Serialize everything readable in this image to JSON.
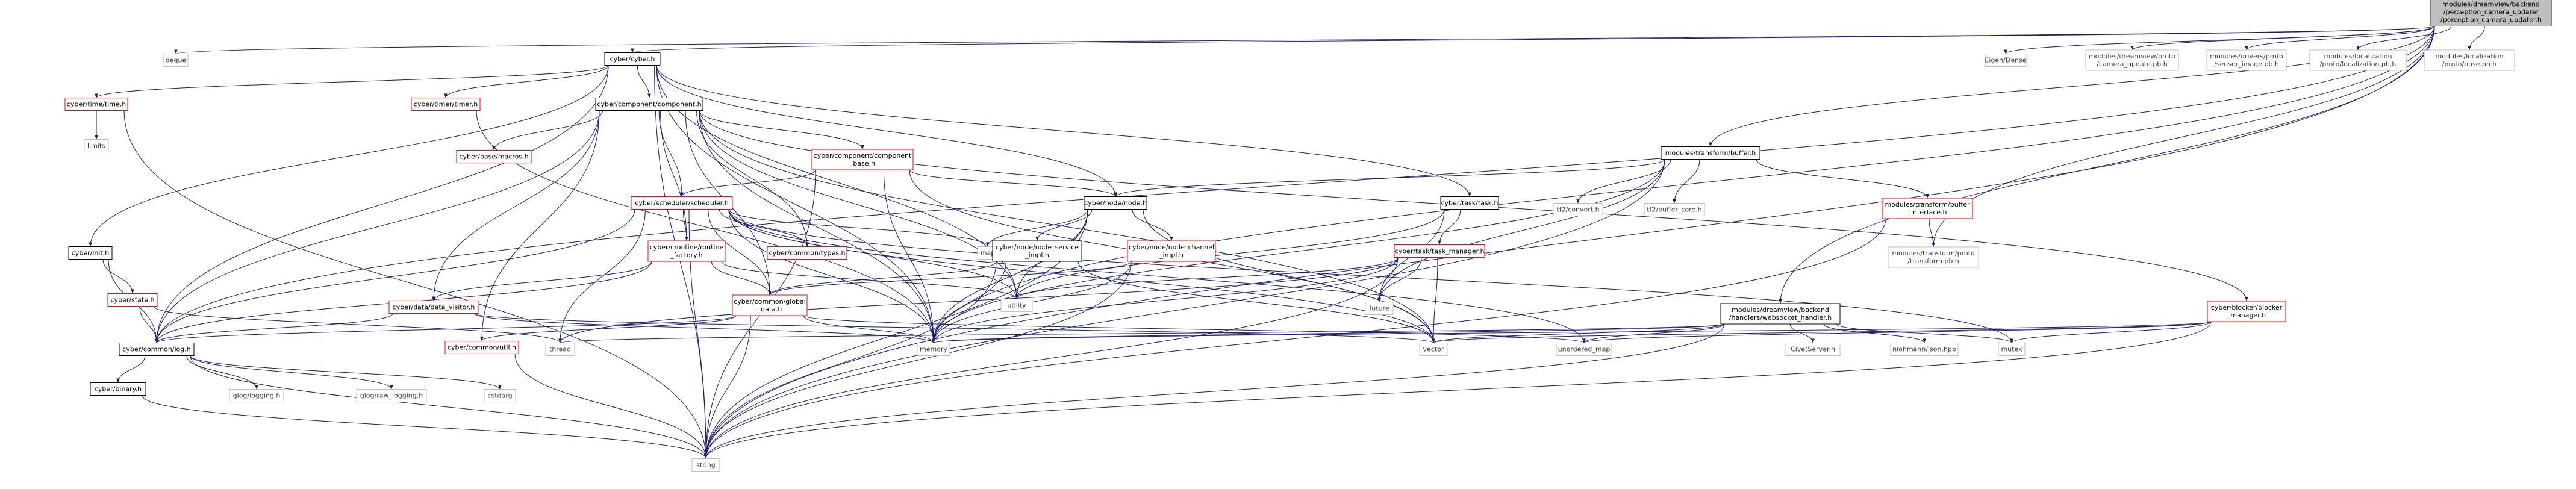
{
  "colors": {
    "root_fill": "#bfbfbf",
    "normal_fill": "#ffffff",
    "normal_stroke": "#000000",
    "red_stroke": "#ff0000",
    "grey_stroke": "#bfbfbf",
    "grey_text": "#3f3f3f",
    "edge": "#191970"
  },
  "nodes": [
    {
      "id": "root",
      "lines": [
        "modules/dreamview/backend",
        "/perception_camera_updater",
        "/perception_camera_updater.h"
      ],
      "style": "root"
    },
    {
      "id": "deque",
      "lines": [
        "deque"
      ],
      "style": "grey"
    },
    {
      "id": "cyber",
      "lines": [
        "cyber/cyber.h"
      ],
      "style": "normal"
    },
    {
      "id": "eigen",
      "lines": [
        "Eigen/Dense"
      ],
      "style": "grey"
    },
    {
      "id": "cam_pb",
      "lines": [
        "modules/dreamview/proto",
        "/camera_update.pb.h"
      ],
      "style": "grey"
    },
    {
      "id": "sensor_pb",
      "lines": [
        "modules/drivers/proto",
        "/sensor_image.pb.h"
      ],
      "style": "grey"
    },
    {
      "id": "loc_pb",
      "lines": [
        "modules/localization",
        "/proto/localization.pb.h"
      ],
      "style": "grey"
    },
    {
      "id": "pose_pb",
      "lines": [
        "modules/localization",
        "/proto/pose.pb.h"
      ],
      "style": "grey"
    },
    {
      "id": "time",
      "lines": [
        "cyber/time/time.h"
      ],
      "style": "red"
    },
    {
      "id": "timer",
      "lines": [
        "cyber/timer/timer.h"
      ],
      "style": "red"
    },
    {
      "id": "component",
      "lines": [
        "cyber/component/component.h"
      ],
      "style": "normal"
    },
    {
      "id": "limits",
      "lines": [
        "limits"
      ],
      "style": "grey"
    },
    {
      "id": "macros",
      "lines": [
        "cyber/base/macros.h"
      ],
      "style": "red"
    },
    {
      "id": "compbase",
      "lines": [
        "cyber/component/component",
        "_base.h"
      ],
      "style": "red"
    },
    {
      "id": "buffer",
      "lines": [
        "modules/transform/buffer.h"
      ],
      "style": "normal"
    },
    {
      "id": "scheduler",
      "lines": [
        "cyber/scheduler/scheduler.h"
      ],
      "style": "red"
    },
    {
      "id": "node",
      "lines": [
        "cyber/node/node.h"
      ],
      "style": "normal"
    },
    {
      "id": "task",
      "lines": [
        "cyber/task/task.h"
      ],
      "style": "normal"
    },
    {
      "id": "tf2conv",
      "lines": [
        "tf2/convert.h"
      ],
      "style": "grey"
    },
    {
      "id": "tf2core",
      "lines": [
        "tf2/buffer_core.h"
      ],
      "style": "grey"
    },
    {
      "id": "bufiface",
      "lines": [
        "modules/transform/buffer",
        "_interface.h"
      ],
      "style": "red"
    },
    {
      "id": "init",
      "lines": [
        "cyber/init.h"
      ],
      "style": "normal"
    },
    {
      "id": "map",
      "lines": [
        "map"
      ],
      "style": "grey"
    },
    {
      "id": "types",
      "lines": [
        "cyber/common/types.h"
      ],
      "style": "red"
    },
    {
      "id": "routine",
      "lines": [
        "cyber/croutine/routine",
        "_factory.h"
      ],
      "style": "red"
    },
    {
      "id": "nodesvc",
      "lines": [
        "cyber/node/node_service",
        "_impl.h"
      ],
      "style": "normal"
    },
    {
      "id": "nodechan",
      "lines": [
        "cyber/node/node_channel",
        "_impl.h"
      ],
      "style": "red"
    },
    {
      "id": "taskmgr",
      "lines": [
        "cyber/task/task_manager.h"
      ],
      "style": "red"
    },
    {
      "id": "tfpb",
      "lines": [
        "modules/transform/proto",
        "/transform.pb.h"
      ],
      "style": "grey"
    },
    {
      "id": "state",
      "lines": [
        "cyber/state.h"
      ],
      "style": "red"
    },
    {
      "id": "visitor",
      "lines": [
        "cyber/data/data_visitor.h"
      ],
      "style": "red"
    },
    {
      "id": "global",
      "lines": [
        "cyber/common/global",
        "_data.h"
      ],
      "style": "red"
    },
    {
      "id": "utility",
      "lines": [
        "utility"
      ],
      "style": "grey"
    },
    {
      "id": "future",
      "lines": [
        "future"
      ],
      "style": "grey"
    },
    {
      "id": "ws",
      "lines": [
        "modules/dreamview/backend",
        "/handlers/websocket_handler.h"
      ],
      "style": "normal"
    },
    {
      "id": "blocker",
      "lines": [
        "cyber/blocker/blocker",
        "_manager.h"
      ],
      "style": "red"
    },
    {
      "id": "util",
      "lines": [
        "cyber/common/util.h"
      ],
      "style": "red"
    },
    {
      "id": "thread",
      "lines": [
        "thread"
      ],
      "style": "grey"
    },
    {
      "id": "memory",
      "lines": [
        "memory"
      ],
      "style": "grey"
    },
    {
      "id": "vector",
      "lines": [
        "vector"
      ],
      "style": "grey"
    },
    {
      "id": "umap",
      "lines": [
        "unordered_map"
      ],
      "style": "grey"
    },
    {
      "id": "civet",
      "lines": [
        "CivetServer.h"
      ],
      "style": "grey"
    },
    {
      "id": "json",
      "lines": [
        "nlohmann/json.hpp"
      ],
      "style": "grey"
    },
    {
      "id": "mutex",
      "lines": [
        "mutex"
      ],
      "style": "grey"
    },
    {
      "id": "log",
      "lines": [
        "cyber/common/log.h"
      ],
      "style": "normal"
    },
    {
      "id": "binary",
      "lines": [
        "cyber/binary.h"
      ],
      "style": "normal"
    },
    {
      "id": "glog",
      "lines": [
        "glog/logging.h"
      ],
      "style": "grey"
    },
    {
      "id": "glograw",
      "lines": [
        "glog/raw_logging.h"
      ],
      "style": "grey"
    },
    {
      "id": "cstdarg",
      "lines": [
        "cstdarg"
      ],
      "style": "grey"
    },
    {
      "id": "string",
      "lines": [
        "string"
      ],
      "style": "grey"
    }
  ],
  "edges": [
    [
      "root",
      "deque"
    ],
    [
      "root",
      "cyber"
    ],
    [
      "root",
      "eigen"
    ],
    [
      "root",
      "cam_pb"
    ],
    [
      "root",
      "sensor_pb"
    ],
    [
      "root",
      "loc_pb"
    ],
    [
      "root",
      "pose_pb"
    ],
    [
      "root",
      "buffer"
    ],
    [
      "root",
      "ws"
    ],
    [
      "root",
      "tfpb"
    ],
    [
      "root",
      "string"
    ],
    [
      "root",
      "memory"
    ],
    [
      "root",
      "log"
    ],
    [
      "cyber",
      "time"
    ],
    [
      "cyber",
      "timer"
    ],
    [
      "cyber",
      "component"
    ],
    [
      "cyber",
      "init"
    ],
    [
      "cyber",
      "log"
    ],
    [
      "cyber",
      "node"
    ],
    [
      "cyber",
      "task"
    ],
    [
      "cyber",
      "memory"
    ],
    [
      "cyber",
      "utility"
    ],
    [
      "cyber",
      "string"
    ],
    [
      "time",
      "limits"
    ],
    [
      "time",
      "string"
    ],
    [
      "timer",
      "memory"
    ],
    [
      "component",
      "macros"
    ],
    [
      "component",
      "compbase"
    ],
    [
      "component",
      "scheduler"
    ],
    [
      "component",
      "types"
    ],
    [
      "component",
      "routine"
    ],
    [
      "component",
      "visitor"
    ],
    [
      "component",
      "blocker"
    ],
    [
      "component",
      "util"
    ],
    [
      "component",
      "global"
    ],
    [
      "component",
      "log"
    ],
    [
      "component",
      "memory"
    ],
    [
      "component",
      "vector"
    ],
    [
      "component",
      "utility"
    ],
    [
      "compbase",
      "node"
    ],
    [
      "compbase",
      "scheduler"
    ],
    [
      "compbase",
      "memory"
    ],
    [
      "compbase",
      "vector"
    ],
    [
      "compbase",
      "string"
    ],
    [
      "scheduler",
      "map"
    ],
    [
      "scheduler",
      "types"
    ],
    [
      "scheduler",
      "routine"
    ],
    [
      "scheduler",
      "global"
    ],
    [
      "scheduler",
      "log"
    ],
    [
      "scheduler",
      "memory"
    ],
    [
      "scheduler",
      "vector"
    ],
    [
      "scheduler",
      "umap"
    ],
    [
      "scheduler",
      "mutex"
    ],
    [
      "scheduler",
      "thread"
    ],
    [
      "scheduler",
      "string"
    ],
    [
      "scheduler",
      "utility"
    ],
    [
      "node",
      "map"
    ],
    [
      "node",
      "nodesvc"
    ],
    [
      "node",
      "nodechan"
    ],
    [
      "node",
      "memory"
    ],
    [
      "node",
      "string"
    ],
    [
      "node",
      "utility"
    ],
    [
      "node",
      "vector"
    ],
    [
      "task",
      "taskmgr"
    ],
    [
      "task",
      "future"
    ],
    [
      "task",
      "utility"
    ],
    [
      "buffer",
      "node"
    ],
    [
      "buffer",
      "tf2conv"
    ],
    [
      "buffer",
      "tf2core"
    ],
    [
      "buffer",
      "bufiface"
    ],
    [
      "buffer",
      "memory"
    ],
    [
      "buffer",
      "string"
    ],
    [
      "buffer",
      "future"
    ],
    [
      "bufiface",
      "tfpb"
    ],
    [
      "bufiface",
      "string"
    ],
    [
      "init",
      "state"
    ],
    [
      "init",
      "log"
    ],
    [
      "routine",
      "visitor"
    ],
    [
      "routine",
      "global"
    ],
    [
      "routine",
      "log"
    ],
    [
      "routine",
      "utility"
    ],
    [
      "nodesvc",
      "global"
    ],
    [
      "nodesvc",
      "memory"
    ],
    [
      "nodesvc",
      "string"
    ],
    [
      "nodesvc",
      "vector"
    ],
    [
      "nodechan",
      "global"
    ],
    [
      "nodechan",
      "memory"
    ],
    [
      "nodechan",
      "string"
    ],
    [
      "taskmgr",
      "future"
    ],
    [
      "taskmgr",
      "memory"
    ],
    [
      "taskmgr",
      "string"
    ],
    [
      "taskmgr",
      "utility"
    ],
    [
      "taskmgr",
      "vector"
    ],
    [
      "taskmgr",
      "thread"
    ],
    [
      "state",
      "log"
    ],
    [
      "state",
      "thread"
    ],
    [
      "visitor",
      "log"
    ],
    [
      "visitor",
      "memory"
    ],
    [
      "visitor",
      "vector"
    ],
    [
      "global",
      "util"
    ],
    [
      "global",
      "log"
    ],
    [
      "global",
      "string"
    ],
    [
      "global",
      "memory"
    ],
    [
      "global",
      "umap"
    ],
    [
      "ws",
      "civet"
    ],
    [
      "ws",
      "json"
    ],
    [
      "ws",
      "mutex"
    ],
    [
      "ws",
      "memory"
    ],
    [
      "ws",
      "vector"
    ],
    [
      "ws",
      "umap"
    ],
    [
      "ws",
      "string"
    ],
    [
      "ws",
      "thread"
    ],
    [
      "blocker",
      "mutex"
    ],
    [
      "blocker",
      "memory"
    ],
    [
      "blocker",
      "string"
    ],
    [
      "blocker",
      "umap"
    ],
    [
      "blocker",
      "vector"
    ],
    [
      "util",
      "string"
    ],
    [
      "log",
      "binary"
    ],
    [
      "log",
      "glog"
    ],
    [
      "log",
      "glograw"
    ],
    [
      "log",
      "cstdarg"
    ],
    [
      "log",
      "string"
    ],
    [
      "binary",
      "string"
    ]
  ]
}
